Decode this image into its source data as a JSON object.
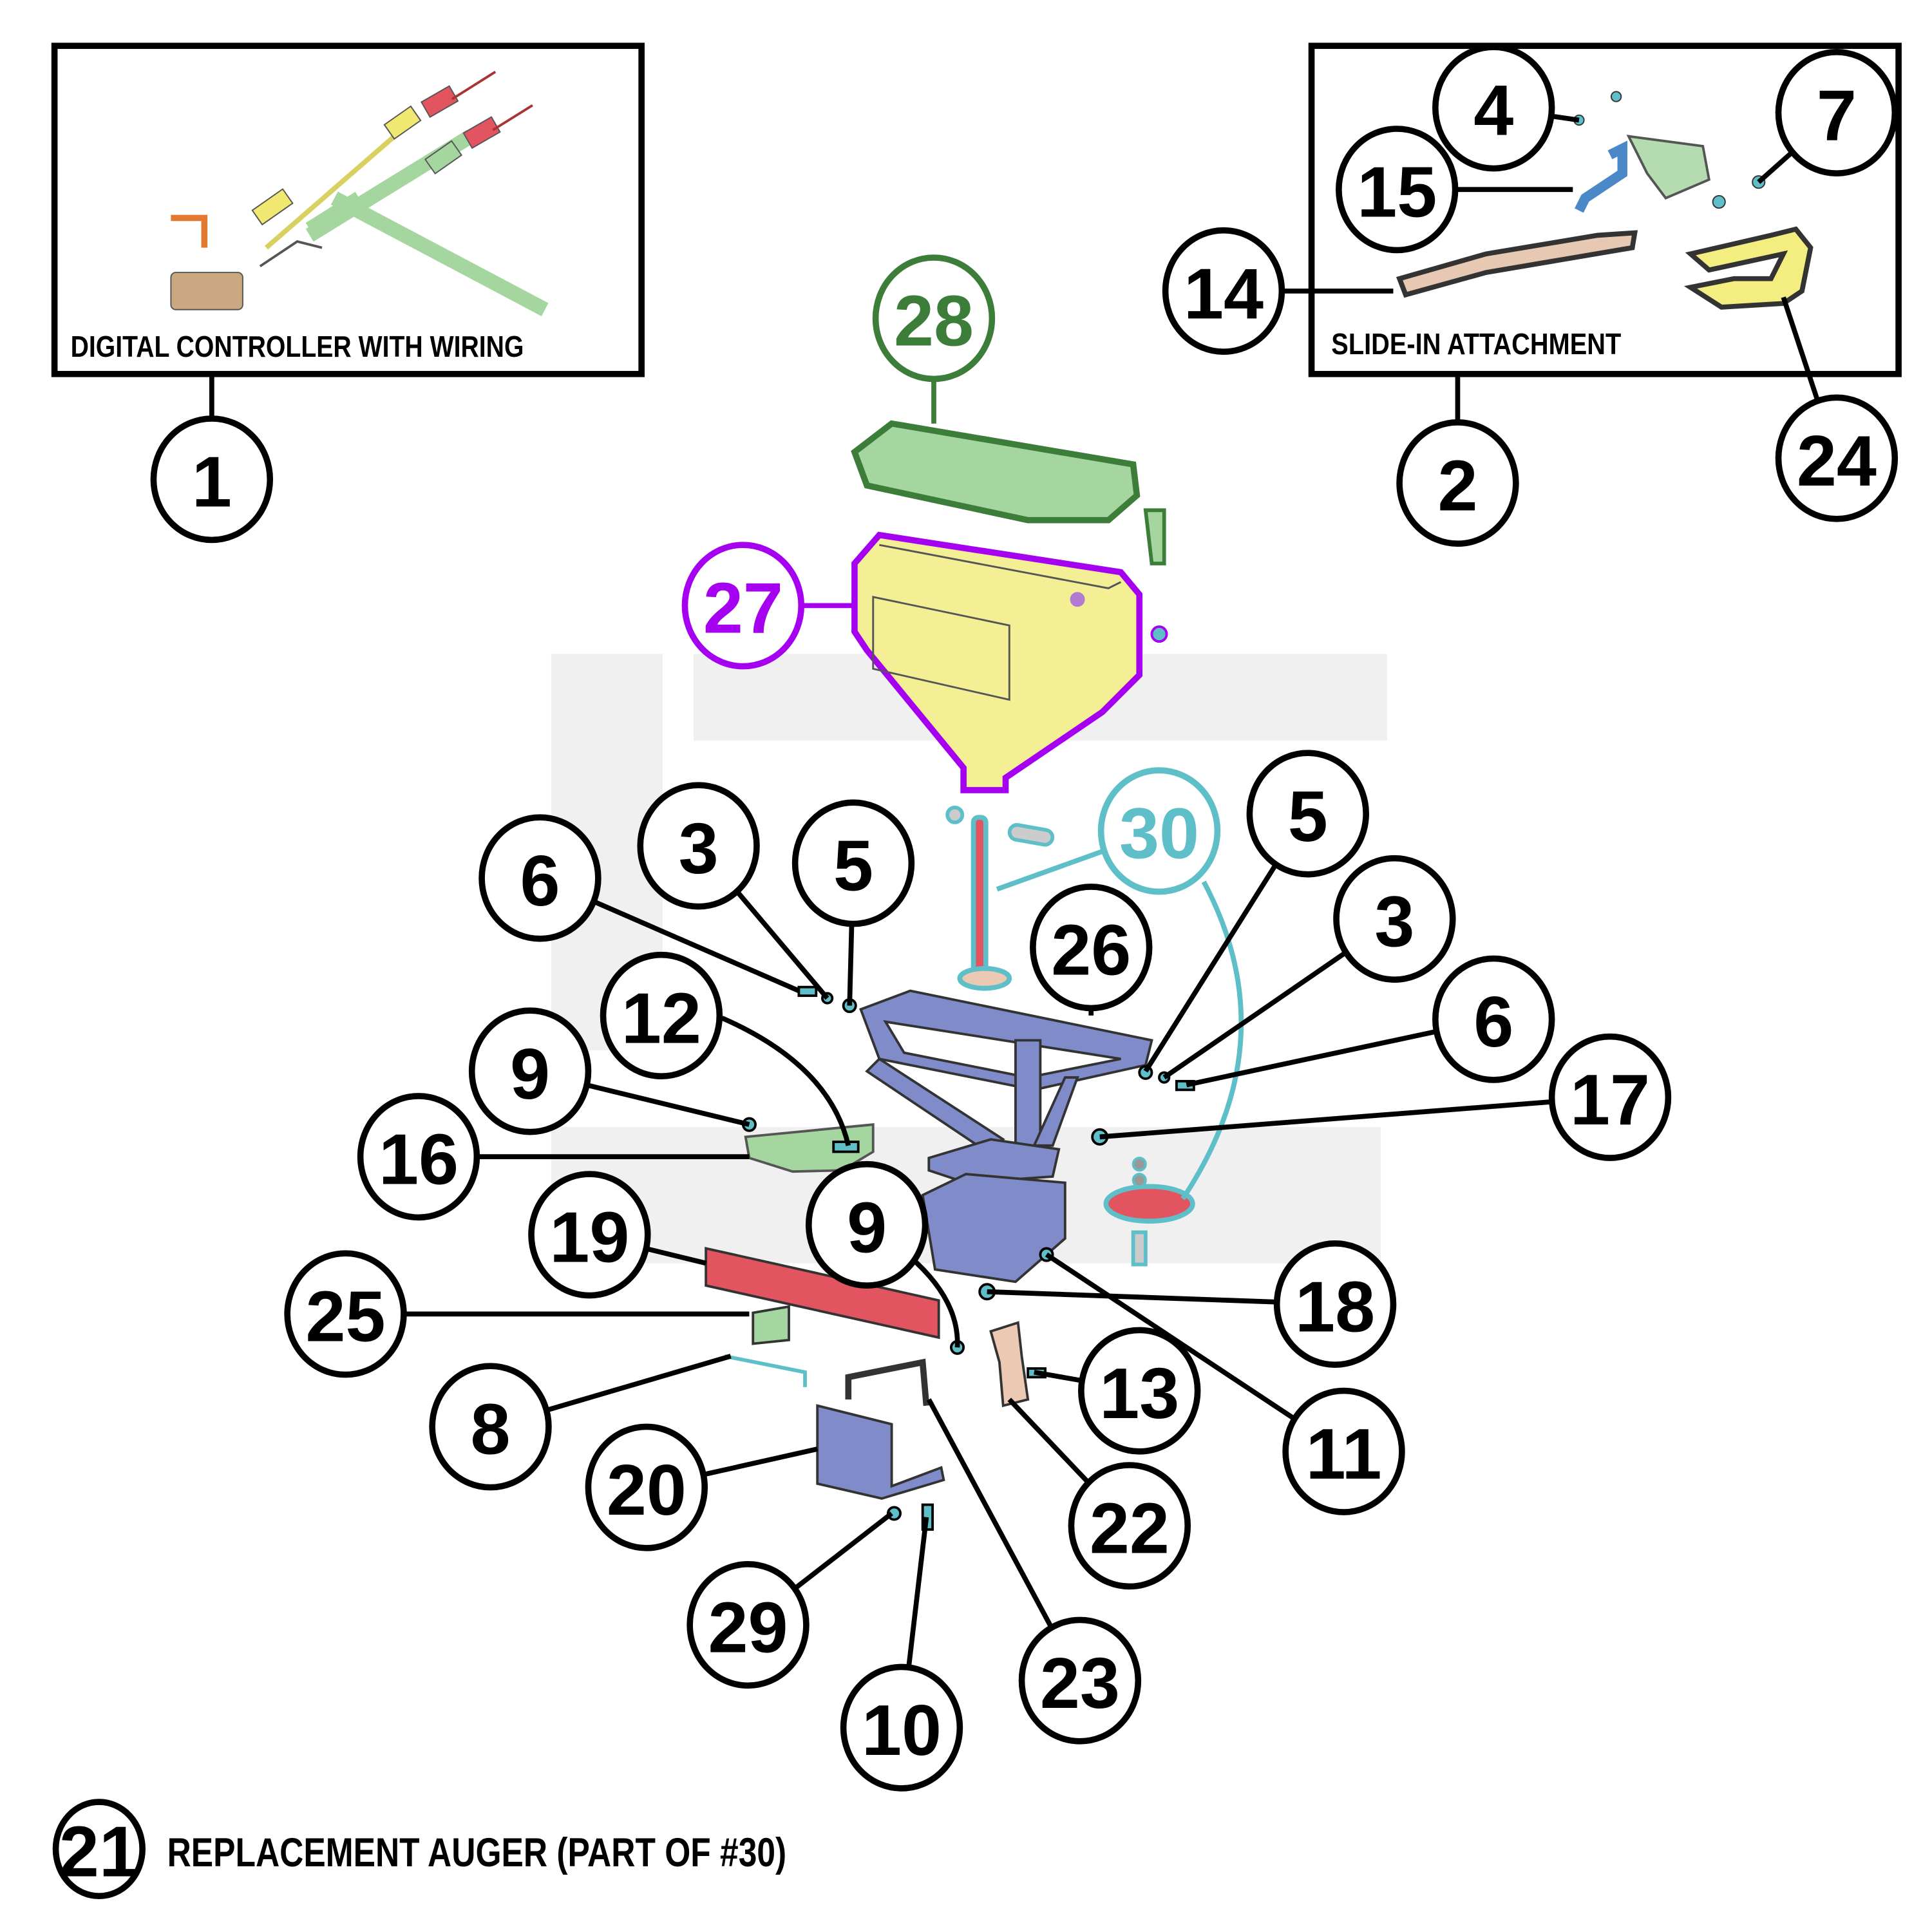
{
  "insets": {
    "controller_caption": "DIGITAL CONTROLLER WITH WIRING",
    "slide_in_caption": "SLIDE-IN ATTACHMENT"
  },
  "footnote": {
    "number": "21",
    "text": "REPLACEMENT AUGER (PART OF #30)"
  },
  "callouts": [
    "1",
    "2",
    "24",
    "4",
    "7",
    "15",
    "14",
    "28",
    "27",
    "30",
    "6",
    "3",
    "5",
    "5",
    "3",
    "6",
    "26",
    "12",
    "9",
    "16",
    "17",
    "19",
    "9",
    "25",
    "18",
    "11",
    "8",
    "13",
    "20",
    "22",
    "29",
    "10",
    "23"
  ],
  "colors": {
    "default": "#000000",
    "lid": "#3c7d3a",
    "hopper": "#a600f0",
    "auger": "#5ebfc8",
    "frame": "#7f8cc9",
    "plate": "#e25560",
    "hopper_fill": "#f4ee95",
    "lid_fill": "#a6d6a0"
  }
}
